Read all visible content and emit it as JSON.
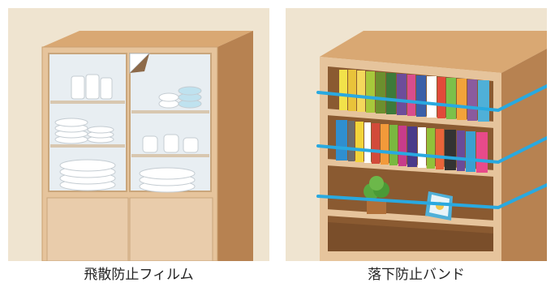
{
  "colors": {
    "background": "#efe4d0",
    "wood_front": "#e6c49c",
    "wood_top": "#d9a873",
    "wood_side": "#b78251",
    "wood_inside": "#8a5a31",
    "glass": "#e8eef2",
    "band": "#29a9e0",
    "caption_text": "#222222"
  },
  "illustrations": {
    "left": {
      "icon": "glass-cabinet-with-dishes-illustration",
      "caption": "飛散防止フィルム"
    },
    "right": {
      "icon": "bookshelf-with-safety-bands-illustration",
      "caption": "落下防止バンド"
    }
  }
}
